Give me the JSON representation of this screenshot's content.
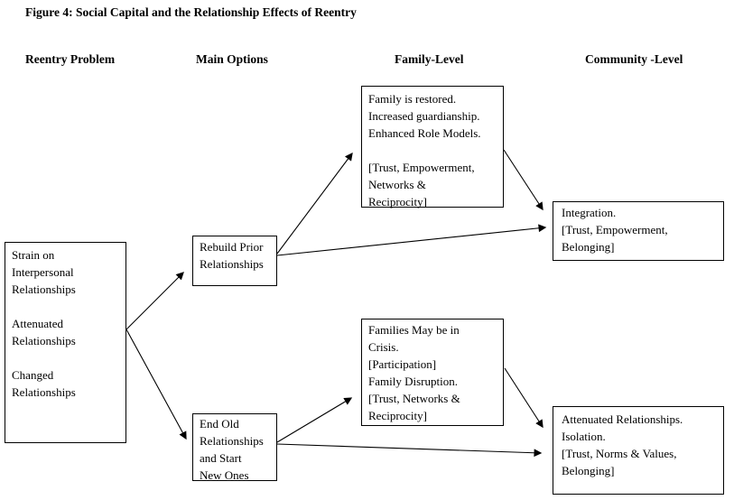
{
  "title": "Figure 4: Social Capital and the Relationship Effects of Reentry",
  "columns": {
    "reentry_problem": "Reentry Problem",
    "main_options": "Main Options",
    "family_level": "Family-Level",
    "community_level": "Community -Level"
  },
  "boxes": {
    "reentry_problem": "Strain on\nInterpersonal\nRelationships\n\nAttenuated\nRelationships\n\nChanged\nRelationships",
    "rebuild_prior": "Rebuild Prior\nRelationships",
    "end_old": "End Old\nRelationships\nand Start\nNew Ones",
    "family_restored": "Family is restored.\nIncreased guardianship.\nEnhanced Role Models.\n\n[Trust, Empowerment,\nNetworks &\nReciprocity]",
    "family_crisis": "Families May be in\nCrisis.\n[Participation]\nFamily Disruption.\n[Trust, Networks &\nReciprocity]",
    "integration": "Integration.\n[Trust, Empowerment,\nBelonging]",
    "attenuated_isolation": "Attenuated Relationships.\nIsolation.\n[Trust, Norms & Values,\nBelonging]"
  },
  "connections": [
    {
      "from": "reentry_problem",
      "to": "rebuild_prior"
    },
    {
      "from": "reentry_problem",
      "to": "end_old"
    },
    {
      "from": "rebuild_prior",
      "to": "family_restored"
    },
    {
      "from": "rebuild_prior",
      "to": "integration"
    },
    {
      "from": "family_restored",
      "to": "integration"
    },
    {
      "from": "end_old",
      "to": "family_crisis"
    },
    {
      "from": "end_old",
      "to": "attenuated_isolation"
    },
    {
      "from": "family_crisis",
      "to": "attenuated_isolation"
    }
  ],
  "colors": {
    "foreground": "#000000",
    "background": "#ffffff"
  }
}
